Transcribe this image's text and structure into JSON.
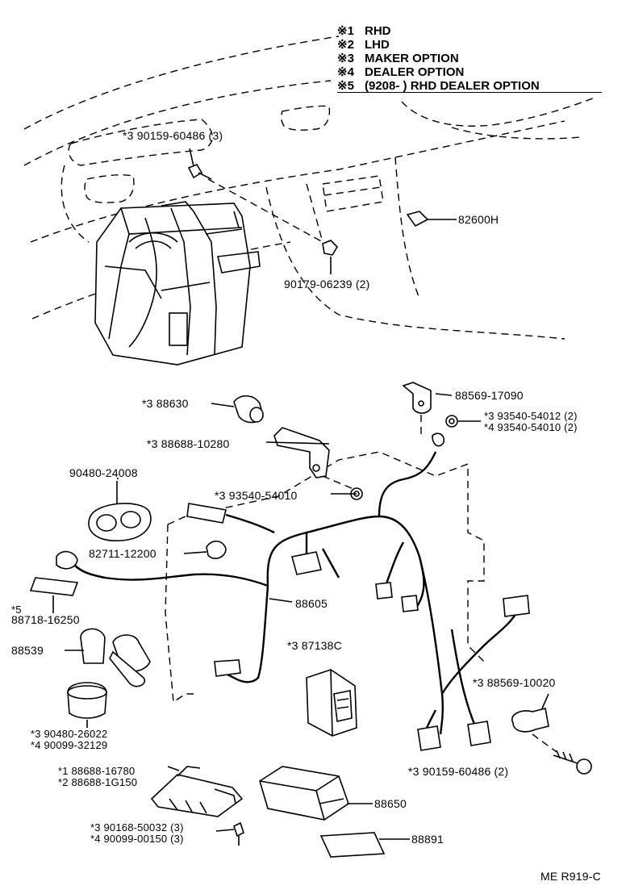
{
  "legend": [
    {
      "mark": "※1",
      "text": "RHD"
    },
    {
      "mark": "※2",
      "text": "LHD"
    },
    {
      "mark": "※3",
      "text": "MAKER OPTION"
    },
    {
      "mark": "※4",
      "text": "DEALER OPTION"
    },
    {
      "mark": "※5",
      "text": "(9208-        ) RHD DEALER OPTION"
    }
  ],
  "labels": {
    "p9015960486_top": "*3  90159-60486 (3)",
    "p82600H": "82600H",
    "p9017906239": "90179-06239 (2)",
    "p88630": "*3  88630",
    "p8856917090": "88569-17090",
    "p9354054012": "*3  93540-54012 (2)",
    "p9354054010_b": "*4  93540-54010 (2)",
    "p8868810280": "*3  88688-10280",
    "p9048024008": "90480-24008",
    "p9354054010_a": "*3  93540-54010",
    "p8271112200": "82711-12200",
    "p5_note": "*5",
    "p8871816250": "88718-16250",
    "p88605": "88605",
    "p88539": "88539",
    "p87138C": "*3  87138C",
    "p8856910020": "*3  88569-10020",
    "p9048026022": "*3  90480-26022",
    "p9009932129": "*4  90099-32129",
    "p8868816780": "*1  88688-16780",
    "p888881G150": "*2  88688-1G150",
    "p9015960486_bot": "*3  90159-60486 (2)",
    "p88650": "88650",
    "p9016850032": "*3  90168-50032 (3)",
    "p9009900150": "*4  90099-00150 (3)",
    "p88891": "88891",
    "ref": "ME R919-C"
  }
}
